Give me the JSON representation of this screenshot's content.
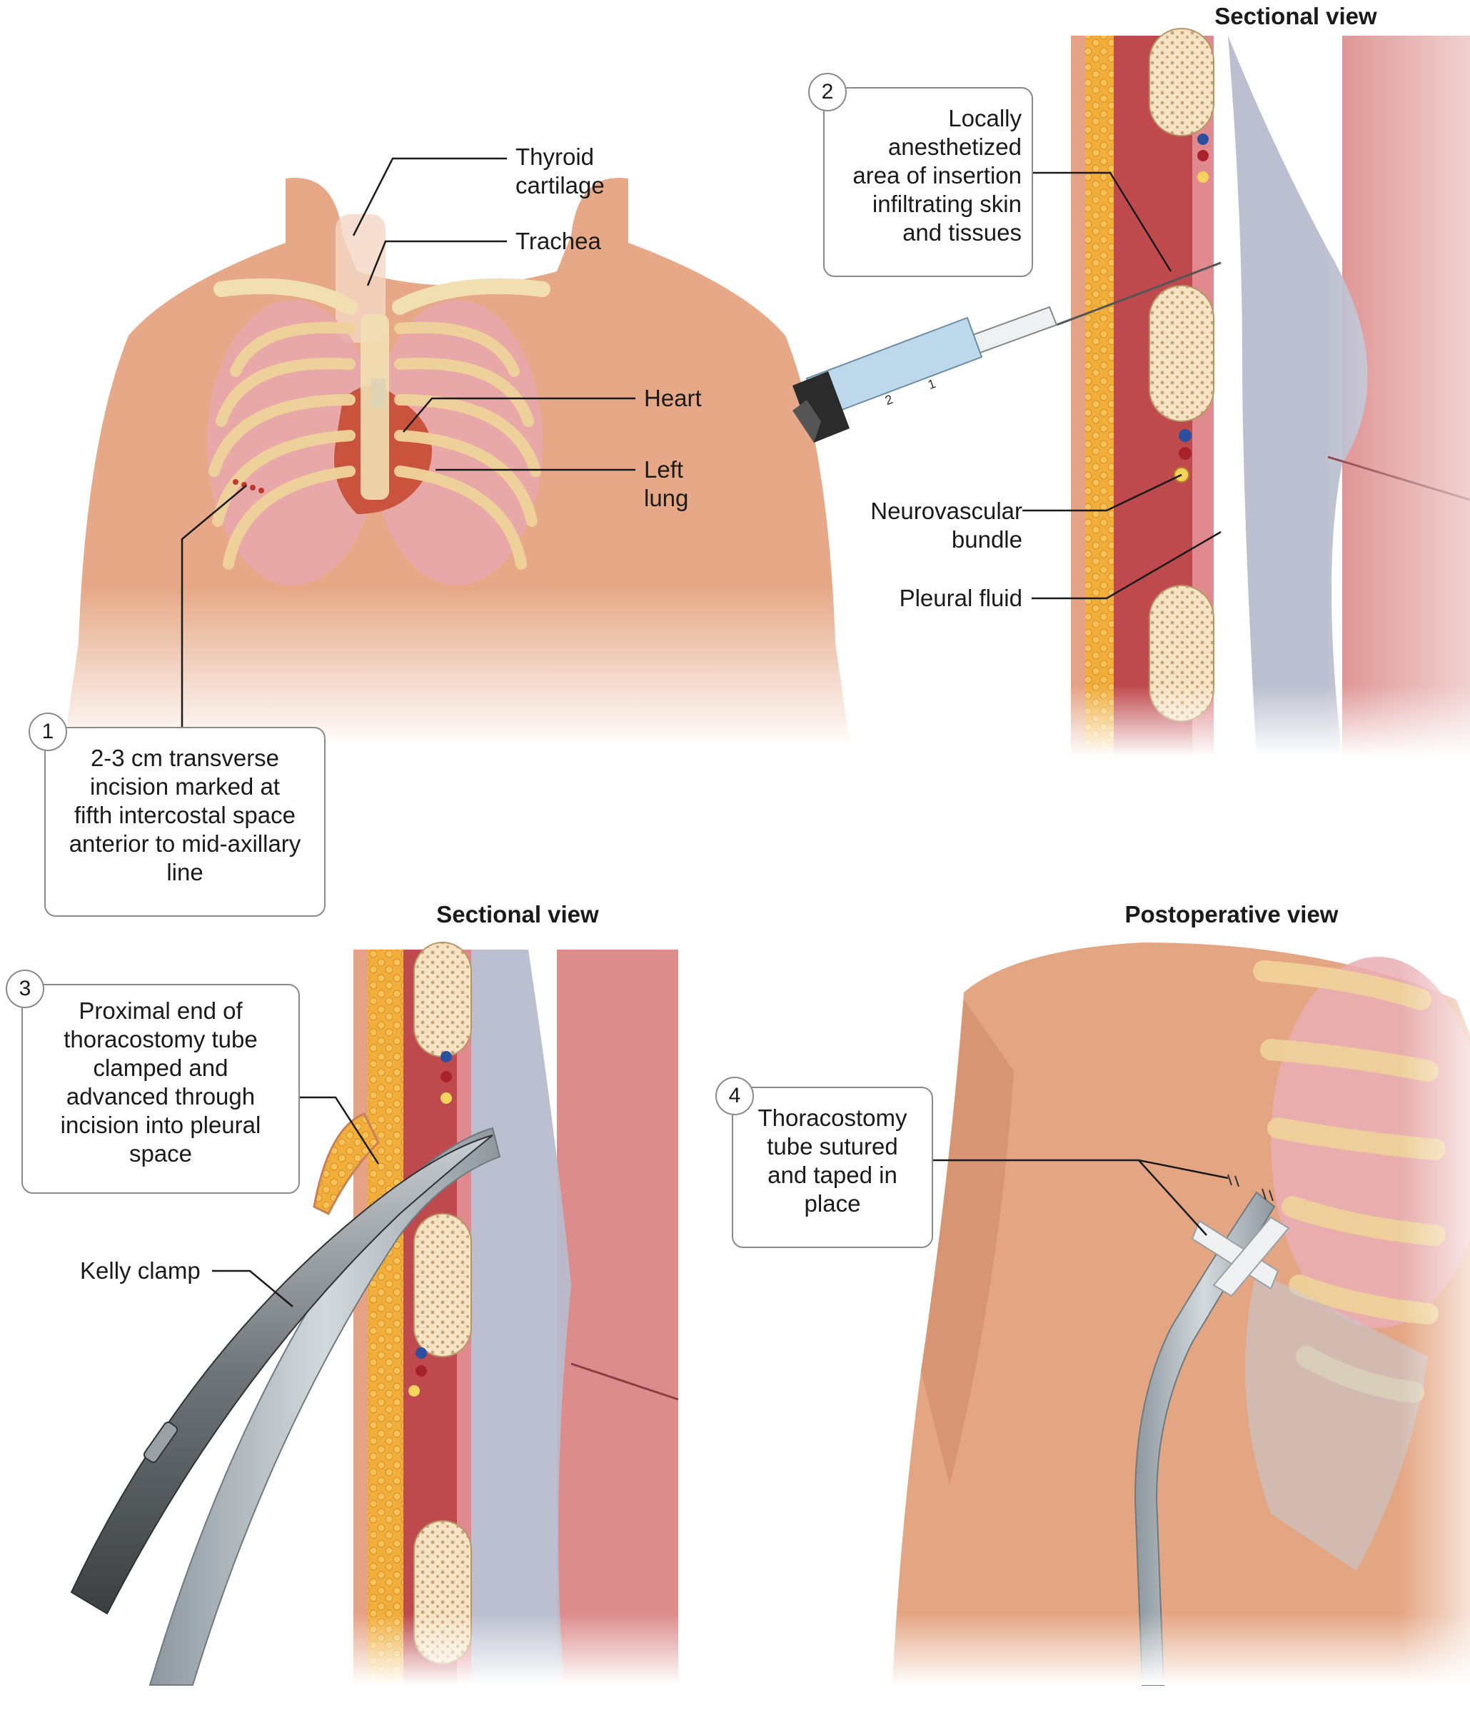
{
  "panel1": {
    "labels": {
      "thyroid": "Thyroid\ncartilage",
      "trachea": "Trachea",
      "heart": "Heart",
      "left_lung": "Left\nlung"
    },
    "step_number": "1",
    "step_text": "2-3 cm transverse\nincision marked at\nfifth intercostal space\nanterior to mid-axillary\nline"
  },
  "panel2": {
    "title": "Sectional view",
    "step_number": "2",
    "step_text": "Locally\nanesthetized\narea of insertion\ninfiltrating skin\nand tissues",
    "labels": {
      "neurovascular": "Neurovascular\nbundle",
      "pleural_fluid": "Pleural fluid"
    },
    "syringe_marks": [
      "1",
      "2"
    ]
  },
  "panel3": {
    "title": "Sectional view",
    "step_number": "3",
    "step_text": "Proximal end of\nthoracostomy tube\nclamped and\nadvanced through\nincision into pleural\nspace",
    "labels": {
      "kelly_clamp": "Kelly clamp"
    }
  },
  "panel4": {
    "title": "Postoperative view",
    "step_number": "4",
    "step_text": "Thoracostomy\ntube sutured\nand taped in\nplace"
  },
  "colors": {
    "skin": "#e8ab8a",
    "skin_shadow": "#d48d6c",
    "muscle": "#c8484e",
    "fat": "#f1ae3a",
    "bone": "#f6e3c4",
    "pleura": "#b4b9cc",
    "lung": "#e08a94",
    "tube": "#a9b3b9",
    "outline": "#333333",
    "box_border": "#8a8a8a"
  }
}
